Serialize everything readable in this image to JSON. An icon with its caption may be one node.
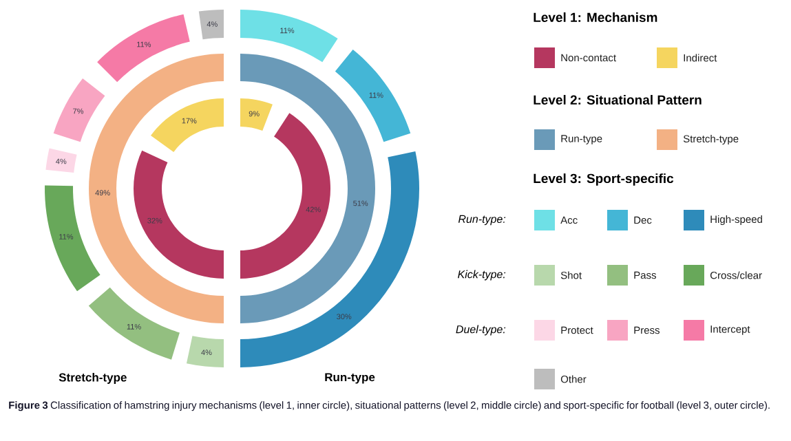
{
  "diagram": {
    "caption": "**Figure 3** Classification of hamstring injury mechanisms (level 1, inner circle), situational patterns (level 2, middle circle) and sport-specific for football (level 3, outer circle).",
    "nodes": [
      {
        "text": [
          "11%"
        ]
      },
      {
        "text": [
          "11%"
        ]
      },
      {
        "text": [
          "30%"
        ]
      },
      {
        "text": [
          "4%"
        ]
      },
      {
        "text": [
          "11%"
        ]
      },
      {
        "text": [
          "11%"
        ]
      },
      {
        "text": [
          "4%"
        ]
      },
      {
        "text": [
          "7%"
        ]
      },
      {
        "text": [
          "11%"
        ]
      },
      {
        "text": [
          "4%"
        ]
      },
      {
        "text": [
          "51%"
        ]
      },
      {
        "text": [
          "49%"
        ]
      },
      {
        "text": [
          "9%"
        ]
      },
      {
        "text": [
          "42%"
        ]
      },
      {
        "text": [
          "32%"
        ]
      },
      {
        "text": [
          "17%"
        ]
      }
    ],
    "labels": [
      "Level 1: Mechanism",
      "Level 2: Situational Pattern",
      "Level 3: Sport-specific",
      "Run-type:",
      "Kick-type:",
      "Duel-type:",
      "Stretch-type",
      "Run-type"
    ],
    "legend": [
      {
        "text": "Non-contact",
        "color": "#b5375f"
      },
      {
        "text": "Indirect",
        "color": "#f5d55f"
      },
      {
        "text": "Run-type",
        "color": "#6a9ab8"
      },
      {
        "text": "Stretch-type",
        "color": "#f3b184"
      },
      {
        "text": "Acc",
        "color": "#6ee0e6"
      },
      {
        "text": "Dec",
        "color": "#44b6d6"
      },
      {
        "text": "High-speed",
        "color": "#2e8bba"
      },
      {
        "text": "Shot",
        "color": "#b8d8ac"
      },
      {
        "text": "Pass",
        "color": "#93bf80"
      },
      {
        "text": "Cross/clear",
        "color": "#68a85a"
      },
      {
        "text": "Protect",
        "color": "#fcd7e6"
      },
      {
        "text": "Press",
        "color": "#f8a5c2"
      },
      {
        "text": "Intercept",
        "color": "#f57aa6"
      },
      {
        "text": "Other",
        "color": "#bdbdbd"
      }
    ]
  }
}
